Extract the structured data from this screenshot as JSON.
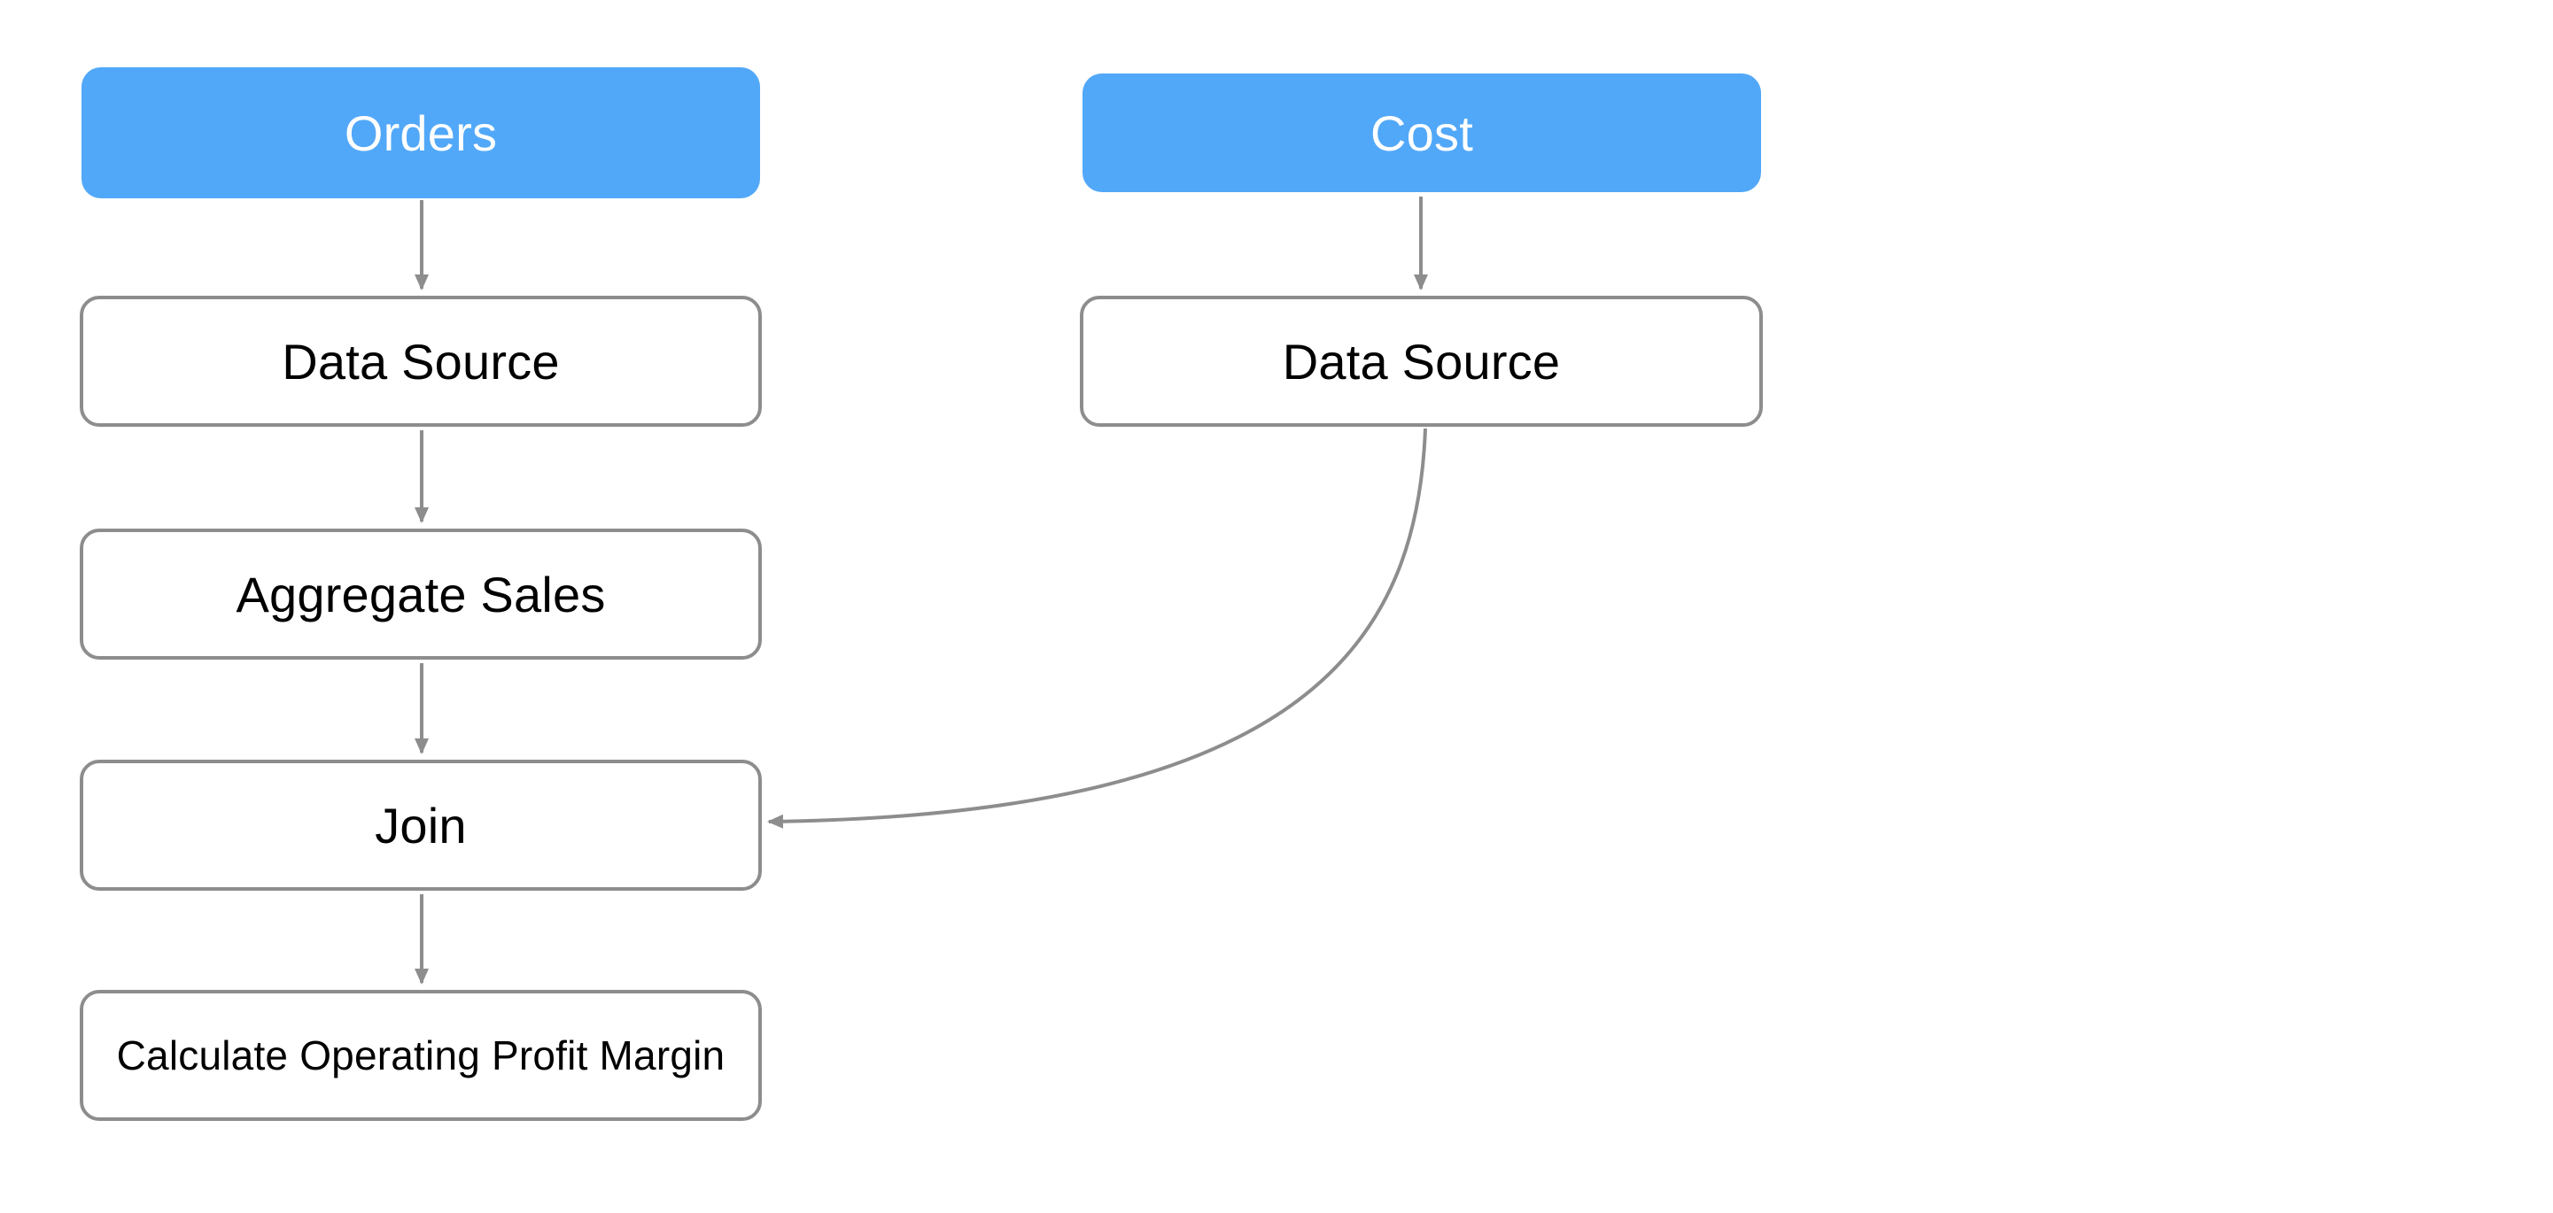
{
  "colors": {
    "source_fill": "#52a8f8",
    "source_text": "#ffffff",
    "step_border": "#8d8d8d",
    "edge": "#8d8d8d",
    "step_text": "#000000"
  },
  "nodes": {
    "orders": "Orders",
    "cost": "Cost",
    "data_source_left": "Data Source",
    "data_source_right": "Data Source",
    "aggregate_sales": "Aggregate Sales",
    "join": "Join",
    "calculate_opm": "Calculate Operating Profit Margin"
  },
  "edges": [
    {
      "from": "orders",
      "to": "data_source_left"
    },
    {
      "from": "data_source_left",
      "to": "aggregate_sales"
    },
    {
      "from": "aggregate_sales",
      "to": "join"
    },
    {
      "from": "join",
      "to": "calculate_opm"
    },
    {
      "from": "cost",
      "to": "data_source_right"
    },
    {
      "from": "data_source_right",
      "to": "join"
    }
  ]
}
